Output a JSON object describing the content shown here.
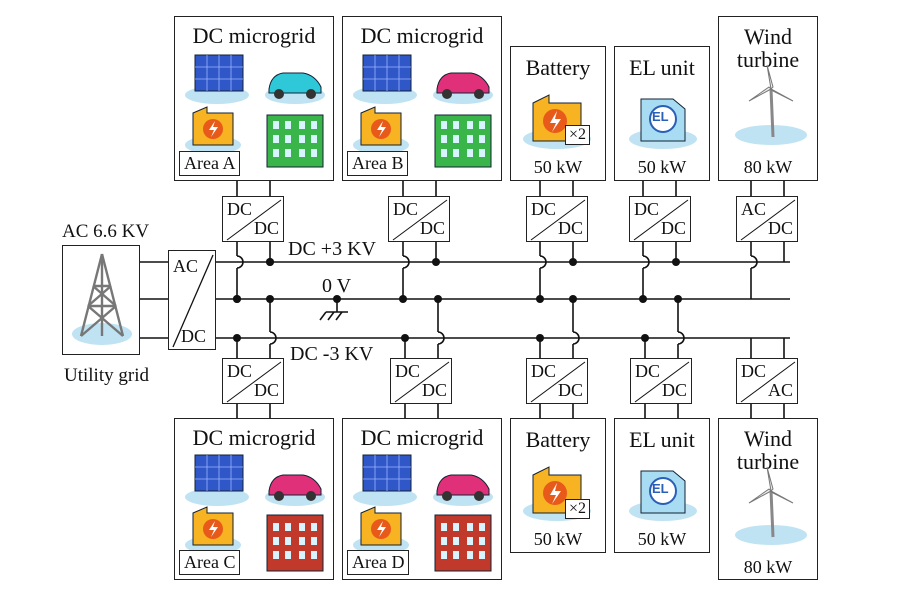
{
  "microgrids": [
    {
      "title": "DC microgrid",
      "area": "Area A"
    },
    {
      "title": "DC microgrid",
      "area": "Area B"
    },
    {
      "title": "DC microgrid",
      "area": "Area C"
    },
    {
      "title": "DC microgrid",
      "area": "Area D"
    }
  ],
  "battery": {
    "title": "Battery",
    "multiplier": "×2",
    "power": "50 kW"
  },
  "el_unit": {
    "title": "EL unit",
    "badge": "EL",
    "power": "50 kW"
  },
  "wind": {
    "title_line1": "Wind",
    "title_line2": "turbine",
    "power": "80 kW"
  },
  "grid": {
    "voltage_label": "AC 6.6 KV",
    "name": "Utility grid"
  },
  "buses": {
    "positive": "DC +3 KV",
    "zero": "0 V",
    "negative": "DC -3 KV"
  },
  "converters": {
    "dc": "DC",
    "ac": "AC"
  },
  "colors": {
    "solar": "#2f57c8",
    "battery": "#f7b321",
    "ev_top": "#2fc8d8",
    "ev_bottom": "#e0307a",
    "building_top": "#3ab54a",
    "building_bottom": "#c0392b",
    "shadow": "#bfe3f2"
  }
}
